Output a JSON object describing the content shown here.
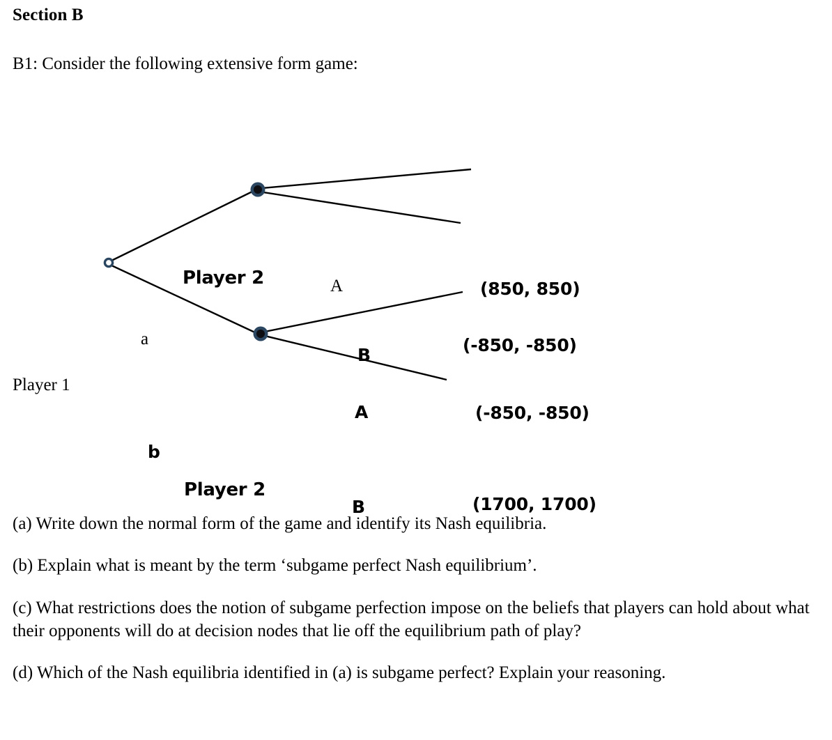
{
  "document": {
    "section_heading": "Section B",
    "intro": "B1: Consider the following extensive form game:"
  },
  "figure": {
    "type": "extensive-form-game-tree",
    "root_player_label": "Player 1",
    "upper_node_player_label": "Player 2",
    "lower_node_player_label": "Player 2",
    "root_branch_upper_label": "a",
    "root_branch_lower_label": "b",
    "upper_node_branch_upper_label": "A",
    "upper_node_branch_lower_label": "B",
    "lower_node_branch_upper_label": "A",
    "lower_node_branch_lower_label": "B",
    "payoff_a_A": "(850, 850)",
    "payoff_a_B": "(-850, -850)",
    "payoff_b_A": "(-850, -850)",
    "payoff_b_B": "(1700, 1700)",
    "colors": {
      "edge": "#000000",
      "node_ring": "#2b4660",
      "node_fill": "#0d0d12",
      "root_fill": "#ffffff",
      "background": "#ffffff"
    }
  },
  "questions": [
    {
      "id": "a",
      "text": "(a) Write down the normal form of the game and identify its Nash equilibria."
    },
    {
      "id": "b",
      "text": "(b) Explain what is meant by the term ‘subgame perfect Nash equilibrium’."
    },
    {
      "id": "c",
      "text": "(c) What restrictions does the notion of subgame perfection impose on the beliefs that players can hold about what their opponents will do at decision nodes that lie off the equilibrium path of play?"
    },
    {
      "id": "d",
      "text": "(d) Which of the Nash equilibria identified in (a) is subgame perfect? Explain your reasoning."
    }
  ]
}
